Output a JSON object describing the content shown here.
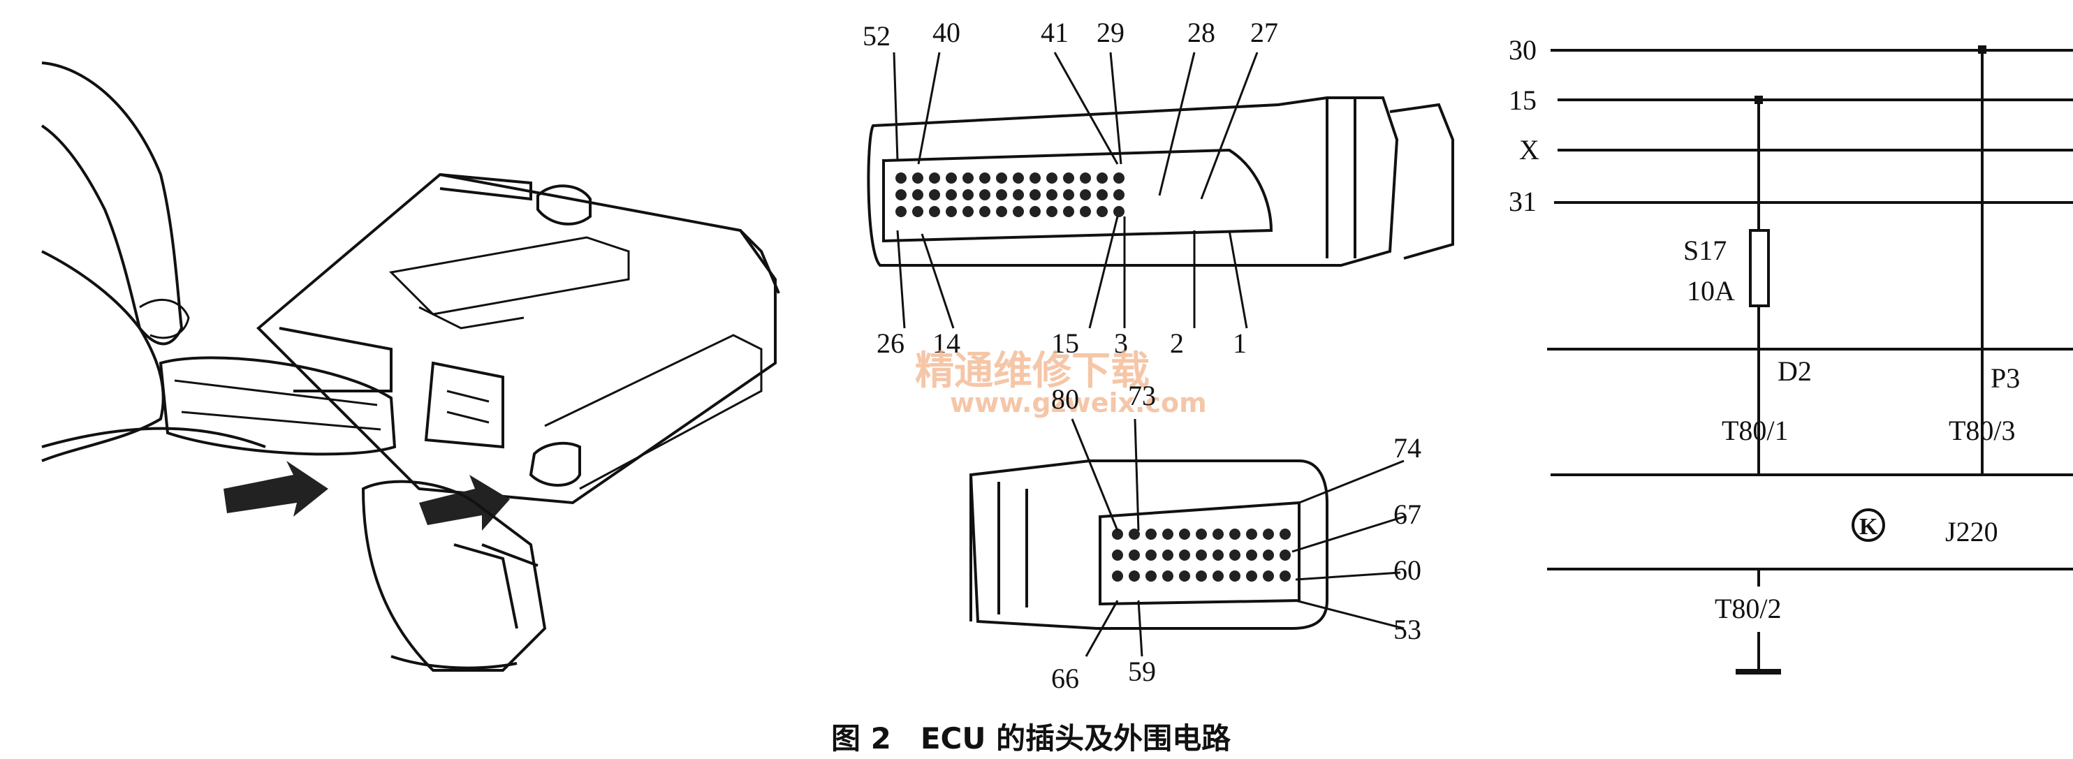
{
  "connector_top": {
    "labels_above": [
      "52",
      "40",
      "41",
      "29",
      "28",
      "27"
    ],
    "labels_below": [
      "26",
      "14",
      "15",
      "3",
      "2",
      "1"
    ]
  },
  "connector_bottom": {
    "labels": [
      "80",
      "73",
      "74",
      "67",
      "60",
      "53",
      "59",
      "66"
    ]
  },
  "circuit": {
    "rails": [
      "30",
      "15",
      "X",
      "31"
    ],
    "fuse_name": "S17",
    "fuse_rating": "10A",
    "wire_left": "D2",
    "wire_right": "P3",
    "pin_left": "T80/1",
    "pin_right": "T80/3",
    "ecu_name": "J220",
    "ecu_symbol": "K",
    "pin_ground": "T80/2"
  },
  "watermark": {
    "line1": "精通维修下载",
    "line2": "www.gzweix.com"
  },
  "caption": "图 2　ECU 的插头及外围电路"
}
